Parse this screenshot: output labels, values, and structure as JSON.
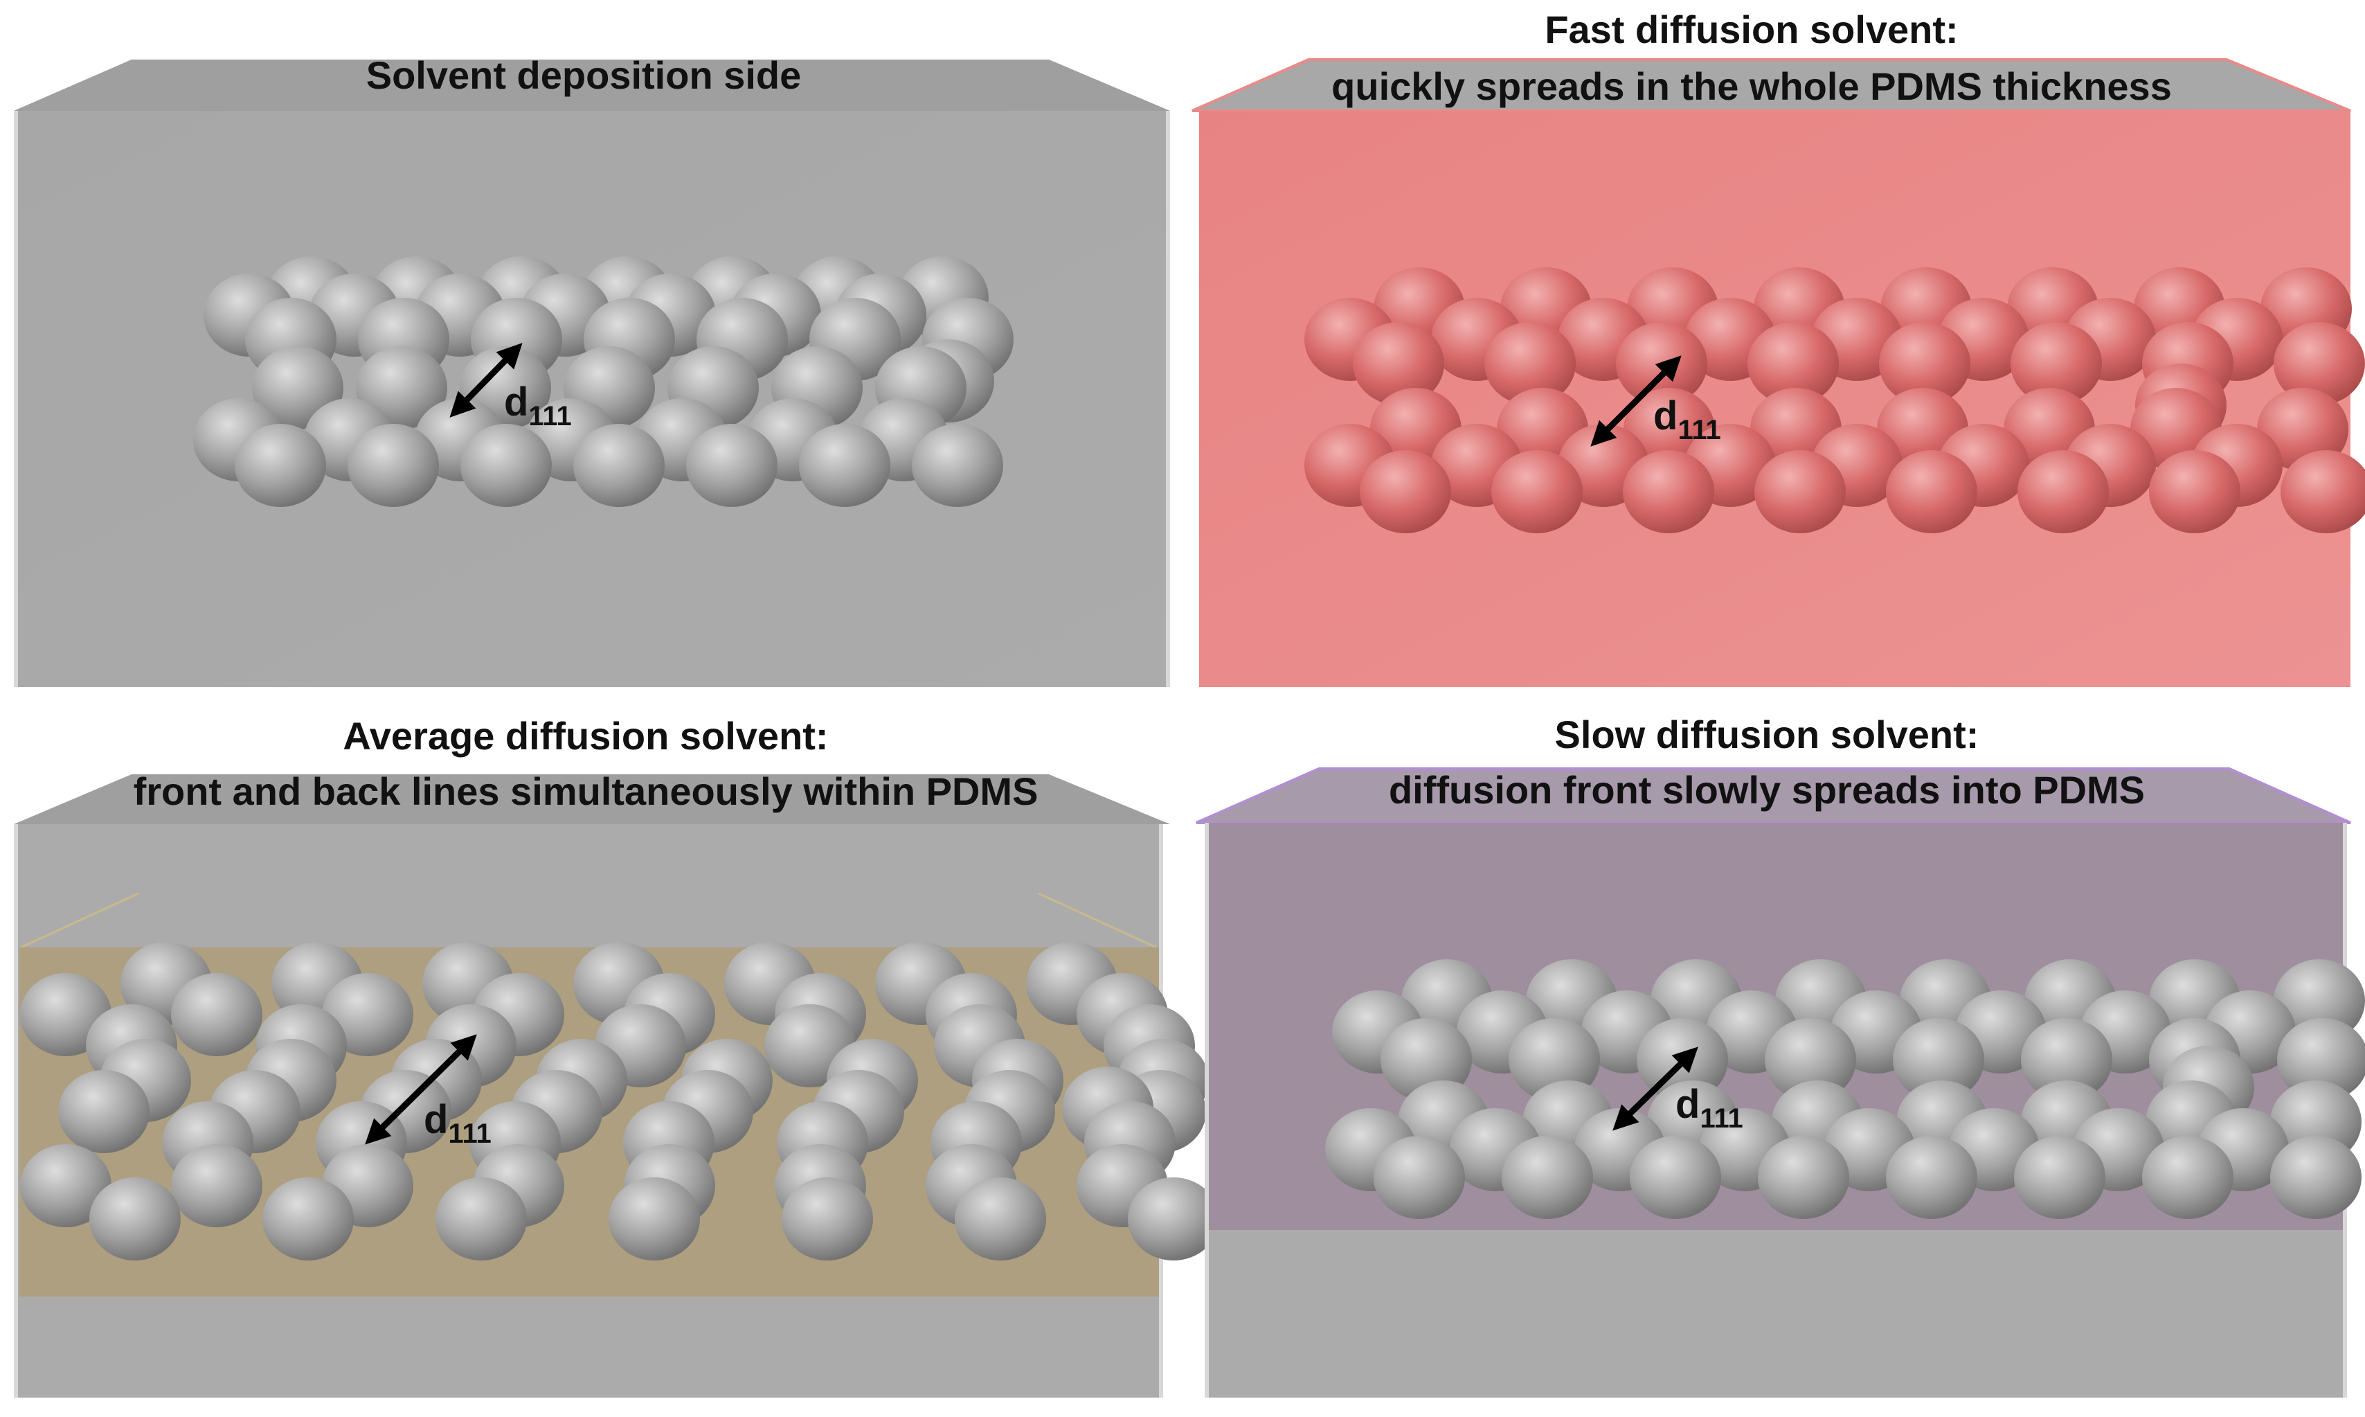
{
  "panels": [
    {
      "id": "top-left",
      "caption_lines": [
        "Solvent deposition side"
      ],
      "label_main": "d",
      "label_sub": "111",
      "block_color": "#a9a9a9",
      "top_face_color": "#9f9f9f",
      "solvent_color": null,
      "sphere_color": "#a4a4a4"
    },
    {
      "id": "top-right",
      "caption_lines": [
        "Fast diffusion solvent:",
        "quickly spreads in the whole PDMS thickness"
      ],
      "label_main": "d",
      "label_sub": "111",
      "block_color": "#e98a8a",
      "top_face_color": "#a8a8a8",
      "solvent_color": "#e98a8a",
      "sphere_color": "#d96a6a"
    },
    {
      "id": "bottom-left",
      "caption_lines": [
        "Average diffusion solvent:",
        "front and back lines simultaneously within PDMS"
      ],
      "label_main": "d",
      "label_sub": "111",
      "block_color": "#a9a9a9",
      "top_face_color": "#9f9f9f",
      "solvent_color": "#ad9f80",
      "sphere_color": "#a4a4a4"
    },
    {
      "id": "bottom-right",
      "caption_lines": [
        "Slow diffusion solvent:",
        "diffusion front slowly spreads into PDMS"
      ],
      "label_main": "d",
      "label_sub": "111",
      "block_color": "#a9a9a9",
      "top_face_color": "#a79aab",
      "solvent_color": "#9e8e9e",
      "sphere_color": "#a4a4a4"
    }
  ]
}
